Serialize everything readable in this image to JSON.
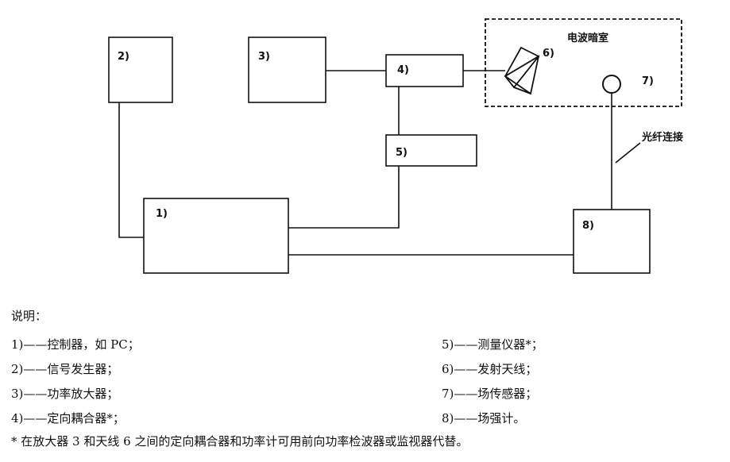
{
  "diagram": {
    "boxes": [
      {
        "id": "1",
        "label": "1)"
      },
      {
        "id": "2",
        "label": "2)"
      },
      {
        "id": "3",
        "label": "3)"
      },
      {
        "id": "4",
        "label": "4)"
      },
      {
        "id": "5",
        "label": "5)"
      },
      {
        "id": "6",
        "label": "6)"
      },
      {
        "id": "7",
        "label": "7)"
      },
      {
        "id": "8",
        "label": "8)"
      }
    ],
    "chamber_label": "电波暗室",
    "fiber_label": "光纤连接"
  },
  "legend": {
    "title": "说明：",
    "left": [
      "1)——控制器，如 PC；",
      "2)——信号发生器；",
      "3)——功率放大器；",
      "4)——定向耦合器*；"
    ],
    "right": [
      "5)——测量仪器*；",
      "6)——发射天线；",
      "7)——场传感器；",
      "8)——场强计。"
    ],
    "footnote": "* 在放大器 3 和天线 6 之间的定向耦合器和功率计可用前向功率检波器或监视器代替。"
  }
}
